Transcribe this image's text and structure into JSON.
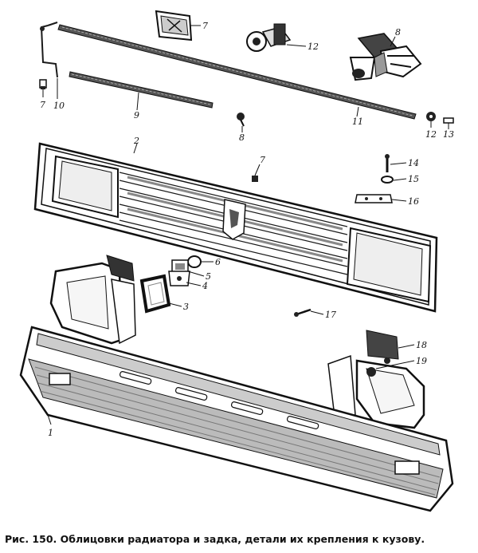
{
  "caption": "Рис. 150. Облицовки радиатора и задка, детали их крепления к кузову.",
  "callouts": [
    {
      "id": "c7a",
      "text": "7"
    },
    {
      "id": "c12a",
      "text": "12"
    },
    {
      "id": "c8a",
      "text": "8"
    },
    {
      "id": "c7b",
      "text": "7"
    },
    {
      "id": "c10",
      "text": "10"
    },
    {
      "id": "c9",
      "text": "9"
    },
    {
      "id": "c8b",
      "text": "8"
    },
    {
      "id": "c11",
      "text": "11"
    },
    {
      "id": "c12b",
      "text": "12"
    },
    {
      "id": "c13",
      "text": "13"
    },
    {
      "id": "c2",
      "text": "2"
    },
    {
      "id": "c7c",
      "text": "7"
    },
    {
      "id": "c14",
      "text": "14"
    },
    {
      "id": "c15",
      "text": "15"
    },
    {
      "id": "c16",
      "text": "16"
    },
    {
      "id": "c6",
      "text": "6"
    },
    {
      "id": "c5",
      "text": "5"
    },
    {
      "id": "c4",
      "text": "4"
    },
    {
      "id": "c3",
      "text": "3"
    },
    {
      "id": "c17",
      "text": "17"
    },
    {
      "id": "c18",
      "text": "18"
    },
    {
      "id": "c19",
      "text": "19"
    },
    {
      "id": "c1",
      "text": "1"
    }
  ]
}
